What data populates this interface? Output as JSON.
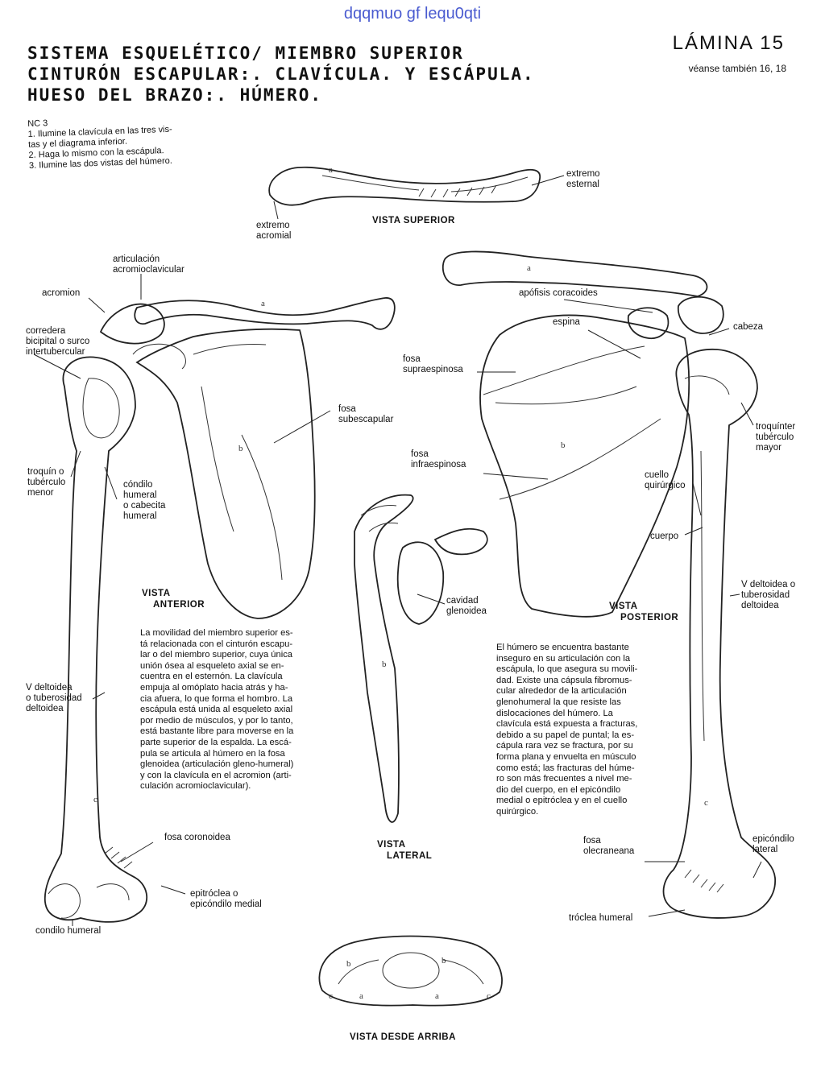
{
  "watermark": "dqqmuo gf lequ0qti",
  "header": {
    "title_line1": "SISTEMA ESQUELÉTICO/ MIEMBRO SUPERIOR",
    "title_line2": "CINTURÓN ESCAPULAR:. CLAVÍCULA. Y ESCÁPULA.",
    "title_line3": "HUESO DEL BRAZO:. HÚMERO.",
    "plate": "LÁMINA 15",
    "see_also": "véanse también 16, 18"
  },
  "instructions": {
    "code": "NC 3",
    "step1a": "1. Ilumine la clavícula en las tres vis-",
    "step1b": "tas y el diagrama inferior.",
    "step2": "2. Haga lo mismo con la escápula.",
    "step3": "3. Ilumine las dos vistas del húmero."
  },
  "views": {
    "superior": "VISTA SUPERIOR",
    "anterior_1": "VISTA",
    "anterior_2": "ANTERIOR",
    "lateral_1": "VISTA",
    "lateral_2": "LATERAL",
    "posterior_1": "VISTA",
    "posterior_2": "POSTERIOR",
    "from_above": "VISTA DESDE ARRIBA"
  },
  "labels": {
    "extremo_esternal_1": "extremo",
    "extremo_esternal_2": "esternal",
    "extremo_acromial_1": "extremo",
    "extremo_acromial_2": "acromial",
    "art_acromio_1": "articulación",
    "art_acromio_2": "acromioclavicular",
    "acromion": "acromion",
    "corredera_1": "corredera",
    "corredera_2": "bicipital o surco",
    "corredera_3": "intertubercular",
    "fosa_subesc_1": "fosa",
    "fosa_subesc_2": "subescapular",
    "troquin_1": "troquín o",
    "troquin_2": "tubérculo",
    "troquin_3": "menor",
    "condilo_1": "cóndilo",
    "condilo_2": "humeral",
    "condilo_3": "o cabecita",
    "condilo_4": "humeral",
    "v_deltoidea_l_1": "V deltoidea",
    "v_deltoidea_l_2": "o tuberosidad",
    "v_deltoidea_l_3": "deltoidea",
    "fosa_coronoidea": "fosa coronoidea",
    "epitroclea_1": "epitróclea o",
    "epitroclea_2": "epicóndilo medial",
    "condilo_humeral": "condilo humeral",
    "apofisis": "apófisis coracoides",
    "espina": "espina",
    "cabeza": "cabeza",
    "fosa_supra_1": "fosa",
    "fosa_supra_2": "supraespinosa",
    "fosa_infra_1": "fosa",
    "fosa_infra_2": "infraespinosa",
    "troquiter_1": "troquínter",
    "troquiter_2": "tubérculo",
    "troquiter_3": "mayor",
    "cuello_1": "cuello",
    "cuello_2": "quirúrgico",
    "cuerpo": "cuerpo",
    "v_deltoidea_r_1": "V deltoidea o",
    "v_deltoidea_r_2": "tuberosidad",
    "v_deltoidea_r_3": "deltoidea",
    "cavidad_1": "cavidad",
    "cavidad_2": "glenoidea",
    "fosa_olec_1": "fosa",
    "fosa_olec_2": "olecraneana",
    "epicondilo_1": "epicóndilo",
    "epicondilo_2": "lateral",
    "troclea": "tróclea humeral",
    "letter_a": "a",
    "letter_b": "b",
    "letter_c": "c"
  },
  "paragraph_left": [
    "La movilidad del miembro superior es-",
    "tá relacionada con el cinturón escapu-",
    "lar o del miembro superior, cuya única",
    "unión ósea al esqueleto axial se en-",
    "cuentra en el esternón. La clavícula",
    "empuja al omóplato hacia atrás y ha-",
    "cia afuera, lo que forma el hombro. La",
    "escápula está unida al esqueleto axial",
    "por medio de músculos, y por lo tanto,",
    "está bastante libre para moverse en la",
    "parte superior de la espalda. La escá-",
    "pula se articula al húmero en la fosa",
    "glenoidea (articulación gleno-humeral)",
    "y con la clavícula en el acromion (arti-",
    "culación acromioclavicular)."
  ],
  "paragraph_right": [
    "El húmero se encuentra bastante",
    "inseguro en su articulación con la",
    "escápula, lo que asegura su movili-",
    "dad. Existe una cápsula fibromus-",
    "cular alrededor de la articulación",
    "glenohumeral la que resiste las",
    "dislocaciones del húmero. La",
    "clavícula está expuesta a fracturas,",
    "debido a su papel de puntal; la es-",
    "cápula rara vez se fractura, por su",
    "forma plana y envuelta en músculo",
    "como está; las fracturas del húme-",
    "ro son más frecuentes a nivel me-",
    "dio del cuerpo, en el epicóndilo",
    "medial o epitróclea y en el cuello",
    "quirúrgico."
  ]
}
